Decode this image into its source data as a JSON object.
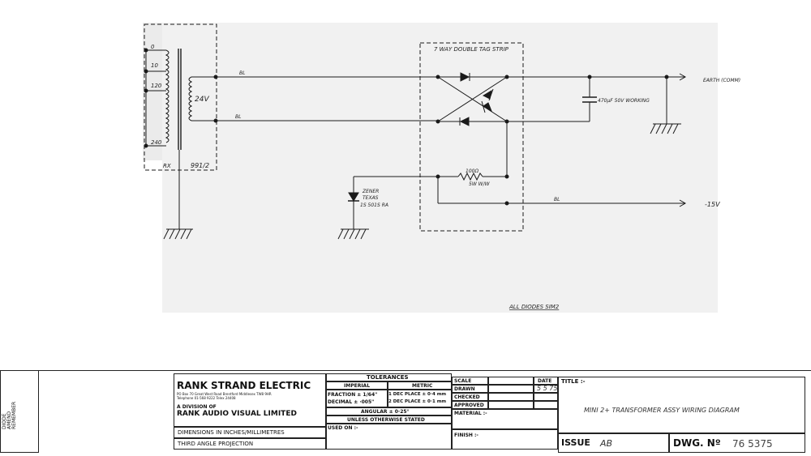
{
  "schematic": {
    "transformer_taps": [
      "0",
      "10",
      "120",
      "240"
    ],
    "secondary_voltage": "24V",
    "transformer_ref_left": "RX",
    "transformer_ref_right": "991/2",
    "wire_top": "BL",
    "wire_bottom": "BL",
    "wire_output": "BL",
    "rectifier_box_label": "7 WAY DOUBLE TAG STRIP",
    "capacitor_label": "470µF 50V WORKING",
    "earth_label": "EARTH (COMM)",
    "resistor_value": "100Ω",
    "resistor_rating": "5W W/W",
    "zener_line1": "ZENER",
    "zener_line2": "TEXAS",
    "zener_line3": "1S 501S RA",
    "output_label": "-15V",
    "note": "ALL DIODES SIM2"
  },
  "title_block": {
    "company": "RANK STRAND ELECTRIC",
    "address_line1": "PO Box 70 Great West Road Brentford Middlesex TW8 9HR",
    "address_line2": "Telephone 01-568 9222 Telex 24408",
    "division_of": "A DIVISION OF",
    "parent": "RANK AUDIO VISUAL LIMITED",
    "dimensions": "DIMENSIONS IN INCHES/MILLIMETRES",
    "projection": "THIRD ANGLE PROJECTION",
    "tolerances": "TOLERANCES",
    "imperial": "IMPERIAL",
    "metric": "METRIC",
    "fraction": "FRACTION ± 1/64\"",
    "decimal": "DECIMAL  ± ·005\"",
    "dec1": "1 DEC PLACE ± 0·4 mm",
    "dec2": "2 DEC PLACE ± 0·1 mm",
    "angular": "ANGULAR ± 0·25°",
    "unless": "UNLESS OTHERWISE STATED",
    "used_on": "USED ON :-",
    "scale": "SCALE",
    "date": "DATE",
    "drawn": "DRAWN",
    "checked": "CHECKED",
    "approved": "APPROVED",
    "material": "MATERIAL :-",
    "finish": "FINISH :-",
    "title_label": "TITLE :-",
    "title_value": "MINI 2+ TRANSFORMER ASSY WIRING DIAGRAM",
    "date_drawn": "5 5 75",
    "issue": "ISSUE",
    "issue_value": "AB",
    "dwg_no": "DWG. Nº",
    "dwg_value": "76 5375",
    "side_labels": [
      "DIODE",
      "AMEND",
      "REMEMBER"
    ]
  }
}
